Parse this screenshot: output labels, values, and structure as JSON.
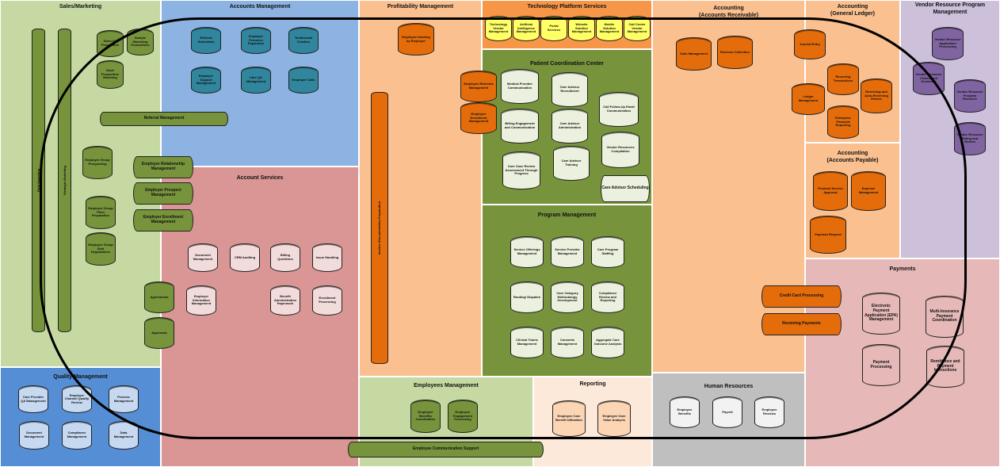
{
  "colors": {
    "sales_bg": "#c6d9a2",
    "accounts_mgmt_bg": "#8db3e2",
    "account_services_bg": "#d99694",
    "profitability_bg": "#fac090",
    "tech_bg": "#f79646",
    "patient_bg": "#77933c",
    "program_bg": "#77933c",
    "employees_bg": "#c6d9a2",
    "reporting_bg": "#fde9d9",
    "human_bg": "#bfbfbf",
    "accounting_bg": "#fac090",
    "vendor_bg": "#ccc0da",
    "payments_bg": "#e6b9b8",
    "quality_bg": "#558ed5",
    "green_cyl": "#77933c",
    "teal_cyl": "#31859c",
    "pink_cyl": "#f2dcdb",
    "orange_cyl": "#e46c0a",
    "yellow_cyl": "#ffff66",
    "lightgreen_cyl": "#ebf1de",
    "peach_cyl": "#fcd5b5",
    "gray_cyl": "#f2f2f2",
    "purple_cyl": "#8064a2",
    "rose_cyl": "#e6b9b8",
    "blue_cyl": "#c6d9f1"
  },
  "regions": {
    "sales": "Sales/Marketing",
    "accounts_management": "Accounts Management",
    "account_services": "Account Services",
    "profitability": "Profitability Management",
    "technology": "Technology Platform Services",
    "patient_coordination": "Patient Coordination Center",
    "program_management": "Program Management",
    "employees_management": "Employees Management",
    "reporting": "Reporting",
    "human_resources": "Human Resources",
    "accounting_receivable": "Accounting\n(Accounts Receivable)",
    "accounting_general": "Accounting\n(General Ledger)",
    "accounting_payable": "Accounting\n(Accounts Payable)",
    "vendor": "Vendor Resource Program\nManagement",
    "payments": "Payments",
    "quality": "Quality Management"
  },
  "sales": {
    "field_marketing": "Field Marketing",
    "strategic_marketing": "Strategic Marketing",
    "sales_kit": "Sales Kit Preparation",
    "sample": "Sample Marketing Productions",
    "value_prop": "Value Proposition Modeling",
    "referral": "Referral Management",
    "group_prospecting": "Employer Group Prospecting",
    "relationship": "Employer Relationship Management",
    "prospect": "Employer Prospect Management",
    "enrollment": "Employer Enrollment Management",
    "group_pitch": "Employer Group Pitch Preparation",
    "group_deal": "Employer Group Deal Negotiations",
    "agreements": "Agreements",
    "approvals": "Approvals"
  },
  "accounts_mgmt": {
    "referral_generation": "Referral Generation",
    "presence": "Employer Presence Expansion",
    "testimonial": "Testimonial Creation",
    "support": "Employer Support Management",
    "care_qa": "Care QA Management",
    "calls": "Employer Calls"
  },
  "account_services": {
    "document": "Document Management",
    "crm": "CRM Auditing",
    "billing": "Billing Questions",
    "issue": "Issue Handling",
    "info": "Employer Information Management",
    "benefit": "Benefit Administration Paperwork",
    "enrollment_processing": "Enrollment Processing"
  },
  "profitability": {
    "tracking": "Employee tracking by Employer",
    "invoice": "Invoice Documentation Preparation"
  },
  "technology": {
    "items": [
      "Technology Vendor Management",
      "Artificial Intelligence Management",
      "Portal Services",
      "Website Solution Management",
      "Mobile Solution Management",
      "Call Center Vendor Management"
    ]
  },
  "patient": {
    "ref_mgmt": "Employee Referrals Management",
    "enroll_mgmt": "Employee Enrollment Management",
    "medical": "Medical Provider Communication",
    "recruit": "Care Advisor Recruitment",
    "billing": "Billing Engagement and Communication",
    "admin": "Care Advisor Administration",
    "followup": "Call Follow-Up Email Communication",
    "vendor_comp": "Vendor Resources Compilation",
    "review": "Care Case Review Assessment Through Progress",
    "training": "Care Advisor Training",
    "scheduling": "Care Advisor Scheduling"
  },
  "program": {
    "offerings": "Service Offerings Management",
    "provider": "Service Provider Management",
    "staffing": "Care Program Staffing",
    "routing": "Routing/ Dispatch",
    "methodology": "Care Category Methodology Development",
    "compliance": "Compliance Review and Reporting",
    "clinical": "Clinical Teams Management",
    "consents": "Consents Management",
    "aggregate": "Aggregate Care Outcome Analysis"
  },
  "employees": {
    "benefits": "Employee Benefits Coordination",
    "engagement": "Employee Engagement Processing",
    "communication": "Employee Communication Support"
  },
  "reporting": {
    "utilization": "Employee Care Benefit Utilization",
    "value": "Employee Care Value Analysis"
  },
  "hr": {
    "benefits": "Employee Benefits",
    "payroll": "Payroll",
    "reviews": "Employee Reviews"
  },
  "receivable": {
    "cash": "Cash Management",
    "revenue": "Revenue Collection",
    "credit": "Credit Card Processing",
    "receiving": "Receiving Payments"
  },
  "general": {
    "journal": "Journal Entry",
    "recurring": "Recurring Transactions",
    "ledger": "Ledger Management",
    "reversing": "Reversing and Auto-Reversing Entries",
    "enterprise": "Enterprise Financial Reporting"
  },
  "payable": {
    "approval": "Product/ Service Approval",
    "expense": "Expense Management",
    "request": "Payment Request"
  },
  "vendor": {
    "application": "Vendor Resource Application Processing",
    "criteria": "Vendor Resource Criteria and Decisions",
    "research": "Vendor Resource Program Research",
    "rating": "Vendor Resource Rating and Review"
  },
  "payments": {
    "epa": "Electronic Payment Application (EPA) Management",
    "multi": "Multi-Insurance Payment Coordination",
    "processing": "Payment Processing",
    "remittance": "Remittance and Payment Instructions"
  },
  "quality": {
    "care_provider": "Care Provider QA Management",
    "channel": "Employer Channel Quality Review",
    "process": "Process Management",
    "document": "Document Management",
    "compliance": "Compliance Management",
    "data": "Data Management"
  }
}
